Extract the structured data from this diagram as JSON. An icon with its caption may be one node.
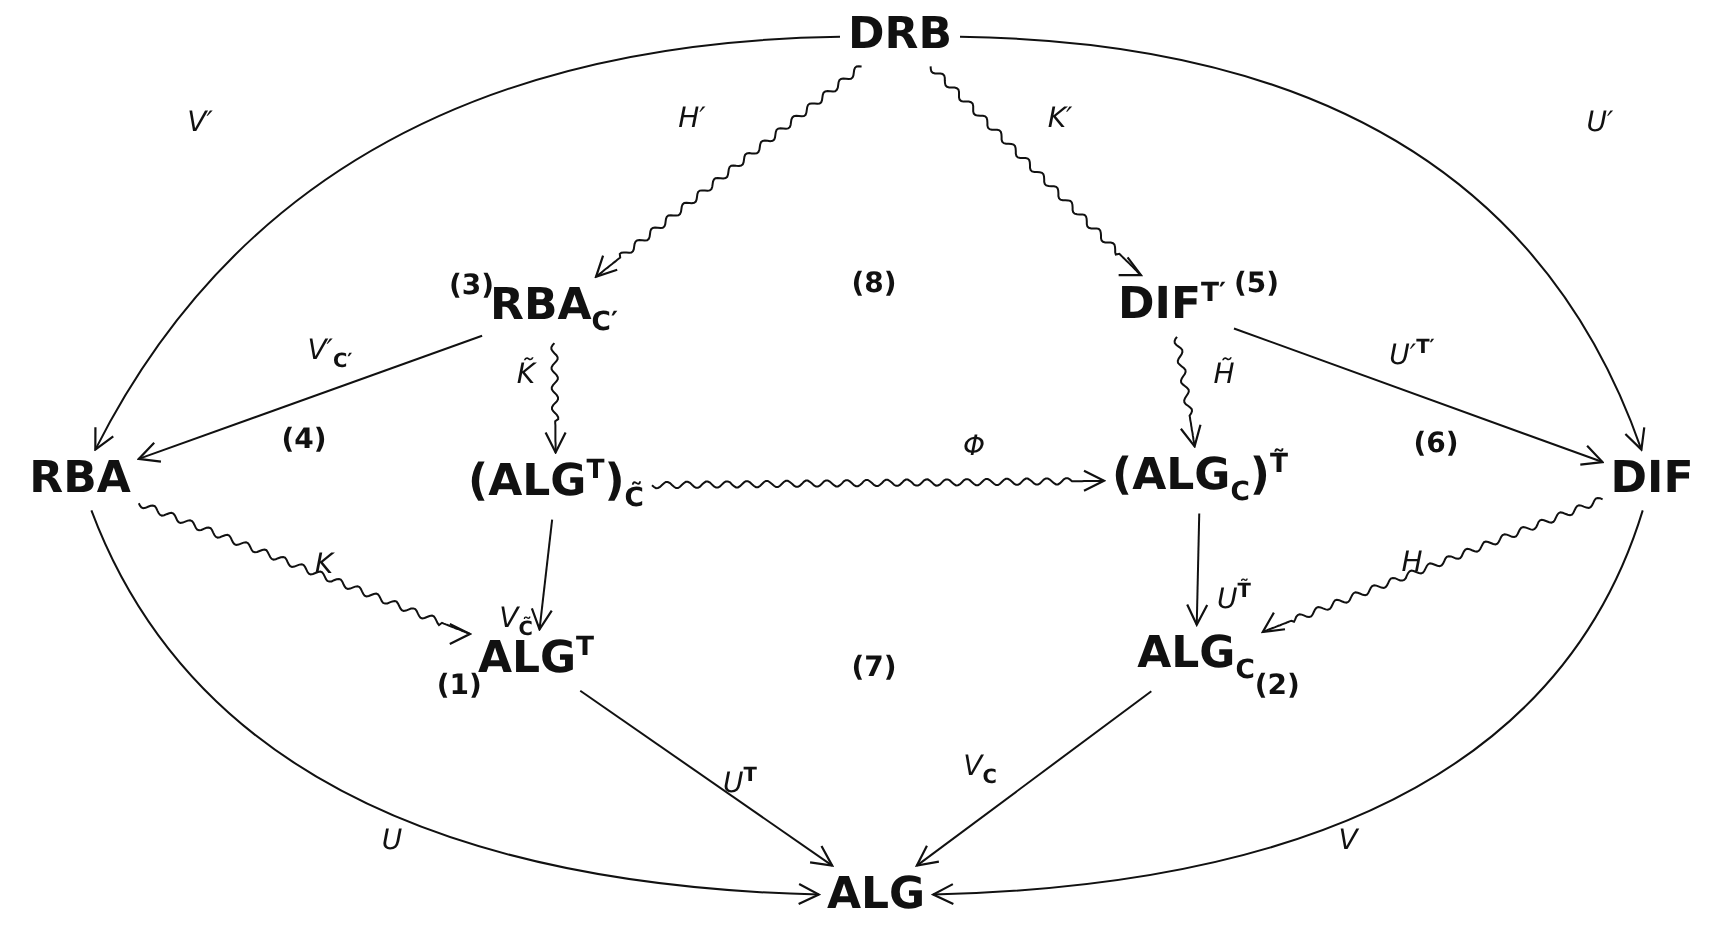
{
  "diagram": {
    "nodes": [
      {
        "text": [
          "DRB"
        ]
      },
      {
        "text": [
          "RBA$_{C′}$"
        ],
        "beside": [
          "(3)"
        ]
      },
      {
        "text": [
          "DIF$^{T′}$"
        ],
        "beside": [
          "(5)"
        ]
      },
      {
        "text": [
          "RBA"
        ]
      },
      {
        "text": [
          "(ALG$^{T}$)$_{C̃}$"
        ]
      },
      {
        "text": [
          "(ALG$_{C}$)$^{T̃}$"
        ]
      },
      {
        "text": [
          "DIF"
        ]
      },
      {
        "text": [
          "ALG$^{T}$"
        ],
        "beside": [
          "(1)"
        ]
      },
      {
        "text": [
          "ALG$_{C}$"
        ],
        "beside": [
          "(2)"
        ]
      },
      {
        "text": [
          "ALG"
        ]
      }
    ],
    "edges": [
      {
        "from": 0,
        "to": 3,
        "arrow": "to",
        "label": "V′"
      },
      {
        "from": 0,
        "to": 6,
        "arrow": "to",
        "label": "U′"
      },
      {
        "from": 0,
        "to": 1,
        "arrow": "to",
        "label": "H′"
      },
      {
        "from": 0,
        "to": 2,
        "arrow": "to",
        "label": "K′"
      },
      {
        "from": 1,
        "to": 3,
        "arrow": "to",
        "label": "V′$_{C′}$"
      },
      {
        "from": 1,
        "to": 4,
        "arrow": "to",
        "label": "K̃"
      },
      {
        "from": 2,
        "to": 5,
        "arrow": "to",
        "label": "H̃"
      },
      {
        "from": 2,
        "to": 6,
        "arrow": "to",
        "label": "U′$^{T′}$"
      },
      {
        "from": 4,
        "to": 5,
        "arrow": "to",
        "label": "Φ"
      },
      {
        "from": 3,
        "to": 7,
        "arrow": "to",
        "label": "K"
      },
      {
        "from": 4,
        "to": 7,
        "arrow": "to",
        "label": "V$_{C̃}$"
      },
      {
        "from": 5,
        "to": 8,
        "arrow": "to",
        "label": "U$^{T̃}$"
      },
      {
        "from": 6,
        "to": 8,
        "arrow": "to",
        "label": "H"
      },
      {
        "from": 7,
        "to": 9,
        "arrow": "to",
        "label": "U$^{T}$"
      },
      {
        "from": 8,
        "to": 9,
        "arrow": "to",
        "label": "V$_{C}$"
      },
      {
        "from": 3,
        "to": 9,
        "arrow": "to",
        "label": "U"
      },
      {
        "from": 6,
        "to": 9,
        "arrow": "to",
        "label": "V"
      }
    ],
    "labels": [
      "(8)",
      "(4)",
      "(6)",
      "(7)"
    ]
  }
}
